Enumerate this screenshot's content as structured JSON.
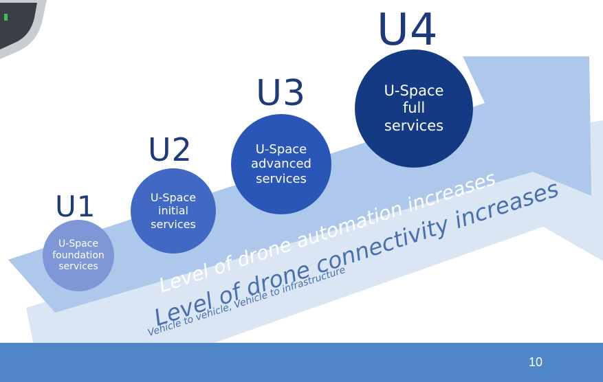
{
  "stages": [
    {
      "id": "U1",
      "label": "U1",
      "lines": [
        "U-Space",
        "foundation",
        "services"
      ]
    },
    {
      "id": "U2",
      "label": "U2",
      "lines": [
        "U-Space",
        "initial",
        "services"
      ]
    },
    {
      "id": "U3",
      "label": "U3",
      "lines": [
        "U-Space",
        "advanced",
        "services"
      ]
    },
    {
      "id": "U4",
      "label": "U4",
      "lines": [
        "U-Space",
        "full",
        "services"
      ]
    }
  ],
  "arrows": {
    "automation": "Level of drone automation increases",
    "connectivity": "Level of drone connectivity increases",
    "connectivity_sub": "Vehicle to vehicle, Vehicle to infrastructure"
  },
  "footer": {
    "page_number": "10"
  },
  "colors": {
    "stage_label": "#1f3a7a",
    "u1": "#7f97d6",
    "u2": "#4169c4",
    "u3": "#2a56b8",
    "u4": "#143a84",
    "arrow_front": "#adc8ea",
    "arrow_back": "#dae6f4",
    "footer_bar": "#4e86c8"
  },
  "icons": [
    "device-corner-icon"
  ]
}
